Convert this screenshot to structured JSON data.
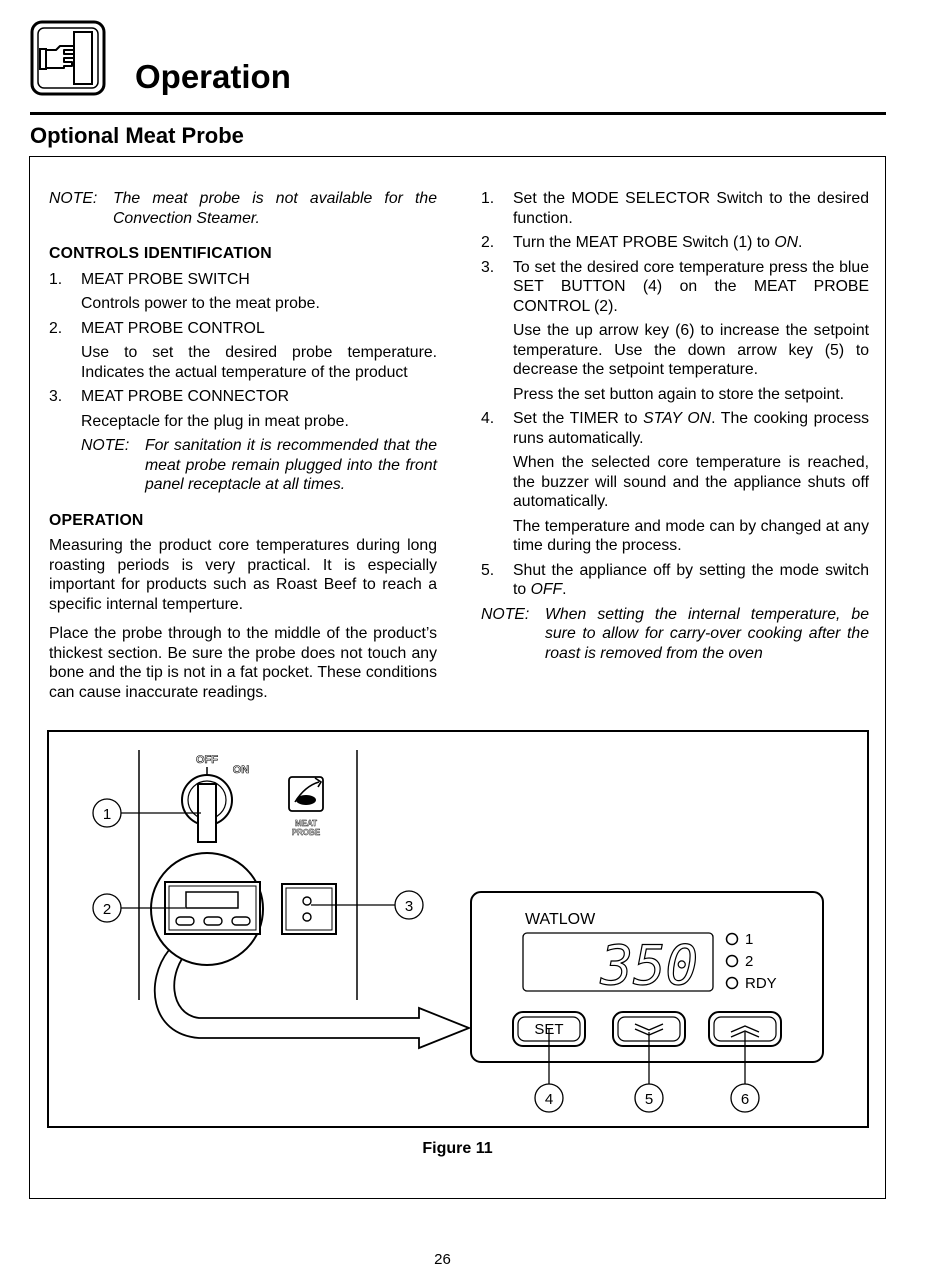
{
  "header": {
    "title": "Operation",
    "icon": "pointing-hand-icon"
  },
  "section": {
    "title": "Optional Meat Probe"
  },
  "left": {
    "note1_label": "NOTE:",
    "note1_text": "The meat probe is not available for the Convection Steamer.",
    "controls_heading": "CONTROLS IDENTIFICATION",
    "items": [
      {
        "num": "1.",
        "title": "MEAT PROBE SWITCH",
        "desc": "Controls power to the meat probe."
      },
      {
        "num": "2.",
        "title": "MEAT PROBE CONTROL",
        "desc": "Use to set the desired probe temperature. Indicates the actual temperature of the product"
      },
      {
        "num": "3.",
        "title": "MEAT PROBE CONNECTOR",
        "desc": "Receptacle for the plug in meat probe."
      }
    ],
    "note2_label": "NOTE:",
    "note2_text": "For sanitation it is recommended that the meat probe remain plugged into the front panel receptacle at all times.",
    "operation_heading": "OPERATION",
    "para1": "Measuring the product core temperatures during long roasting periods is very practical. It is especially important for products such as Roast Beef to reach a specific internal temperture.",
    "para2": "Place the probe through to the middle of the product’s thickest section. Be sure the probe does not touch any bone and the tip is not in a fat pocket. These conditions can cause inaccurate readings."
  },
  "right": {
    "steps": [
      {
        "num": "1.",
        "text": "Set the MODE SELECTOR Switch to the desired function."
      },
      {
        "num": "2.",
        "pre": "Turn the MEAT PROBE Switch (1) to ",
        "em": "ON",
        "post": "."
      },
      {
        "num": "3.",
        "text": "To set the desired core temperature press the blue SET BUTTON (4) on the MEAT PROBE CONTROL (2)."
      },
      {
        "num": "4.",
        "pre": "Set the TIMER to ",
        "em": "STAY ON",
        "post": ". The cooking process runs automatically."
      },
      {
        "num": "5.",
        "pre": "Shut the appliance off by setting the mode switch to ",
        "em": "OFF",
        "post": "."
      }
    ],
    "step3_sub1": "Use the up arrow key (6) to increase the setpoint temperature. Use the down arrow key (5) to decrease the setpoint temperature.",
    "step3_sub2": "Press the set button again to store the setpoint.",
    "step4_sub1": "When the selected core temperature is reached, the buzzer will sound and the appliance shuts off automatically.",
    "step4_sub2": "The temperature and mode can by changed at any time during the process.",
    "note_label": "NOTE:",
    "note_text": "When setting the internal temperature, be sure to allow for carry-over cooking after the roast is removed from the oven"
  },
  "figure": {
    "switch_off": "OFF",
    "switch_on": "ON",
    "meat_probe_label_1": "MEAT",
    "meat_probe_label_2": "PROBE",
    "brand": "WATLOW",
    "display_value": "350",
    "indicators": [
      "1",
      "2",
      "RDY"
    ],
    "set_label": "SET",
    "callouts": [
      "1",
      "2",
      "3",
      "4",
      "5",
      "6"
    ],
    "caption": "Figure 11"
  },
  "page_number": "26"
}
